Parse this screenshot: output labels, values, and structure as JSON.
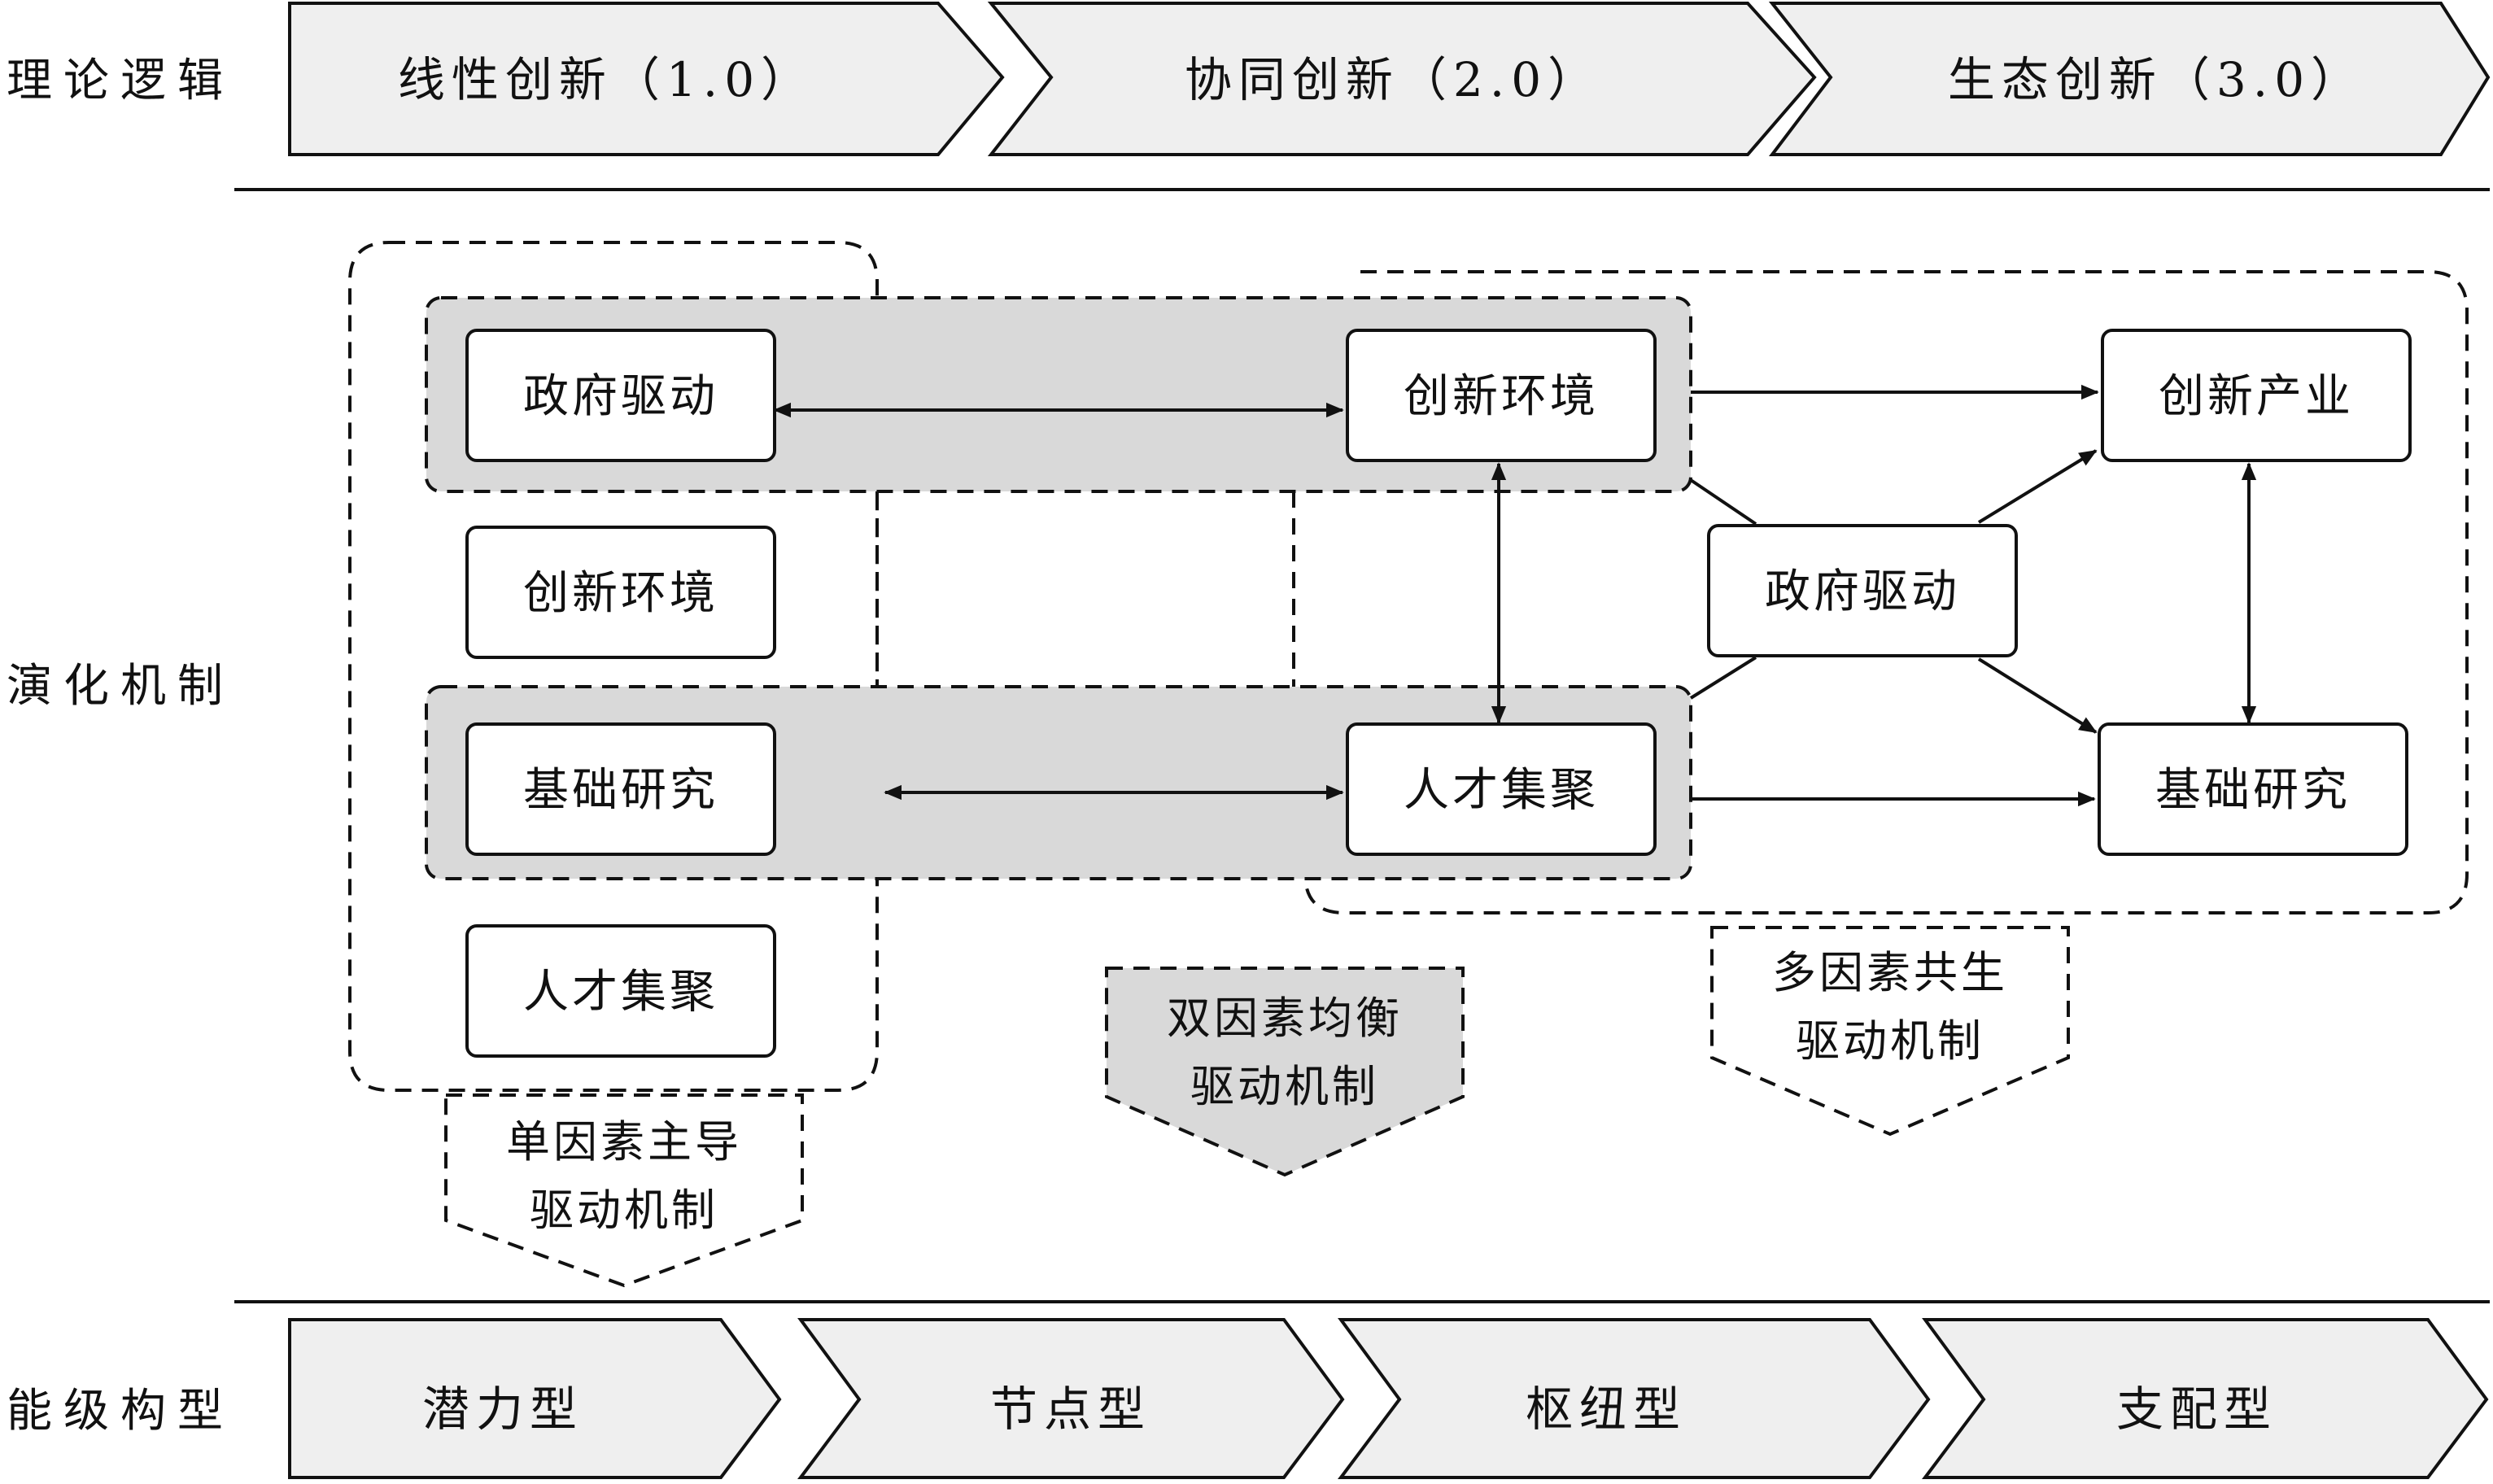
{
  "row_labels": {
    "theory": "理论逻辑",
    "mechanism": "演化机制",
    "level": "能级构型"
  },
  "theory_stages": [
    "线性创新（1.0）",
    "协同创新（2.0）",
    "生态创新（3.0）"
  ],
  "level_stages": [
    "潜力型",
    "节点型",
    "枢纽型",
    "支配型"
  ],
  "single_factor": {
    "nodes": [
      "政府驱动",
      "创新环境",
      "基础研究",
      "人才集聚"
    ],
    "label_line1": "单因素主导",
    "label_line2": "驱动机制"
  },
  "dual_factor": {
    "nodes": [
      "创新环境",
      "人才集聚"
    ],
    "label_line1": "双因素均衡",
    "label_line2": "驱动机制"
  },
  "multi_factor": {
    "nodes": [
      "创新产业",
      "政府驱动",
      "基础研究"
    ],
    "label_line1": "多因素共生",
    "label_line2": "驱动机制"
  },
  "colors": {
    "chevron_fill": "#efefef",
    "highlight_fill": "#d9d9d9",
    "stroke": "#111111"
  }
}
